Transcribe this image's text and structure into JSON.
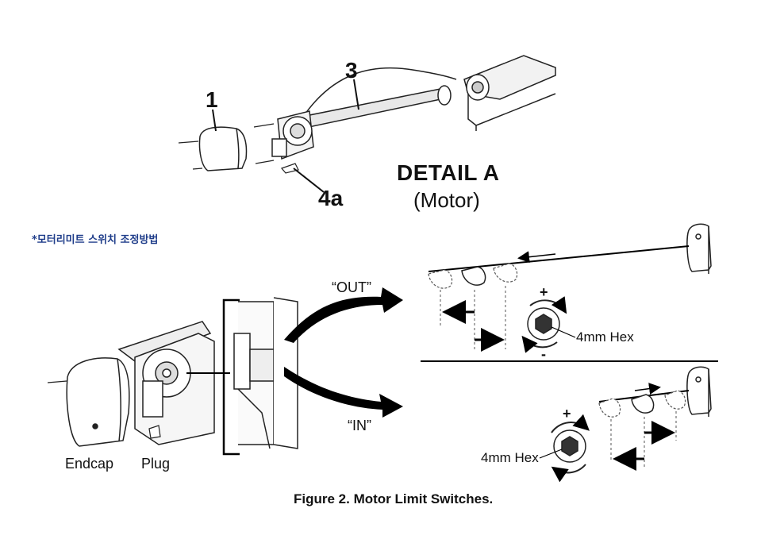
{
  "top_detail": {
    "callout_1": "1",
    "callout_3": "3",
    "callout_4a": "4a",
    "title": "DETAIL A",
    "subtitle": "(Motor)"
  },
  "korean_note": "*모터리미트 스위치 조정방법",
  "bottom_left": {
    "endcap_label": "Endcap",
    "plug_label": "Plug",
    "out_label": "“OUT”",
    "in_label": "“IN”"
  },
  "right_upper": {
    "hex_label": "4mm Hex",
    "plus": "+",
    "minus": "-"
  },
  "right_lower": {
    "hex_label": "4mm Hex",
    "plus": "+"
  },
  "caption": "Figure 2.  Motor Limit Switches."
}
